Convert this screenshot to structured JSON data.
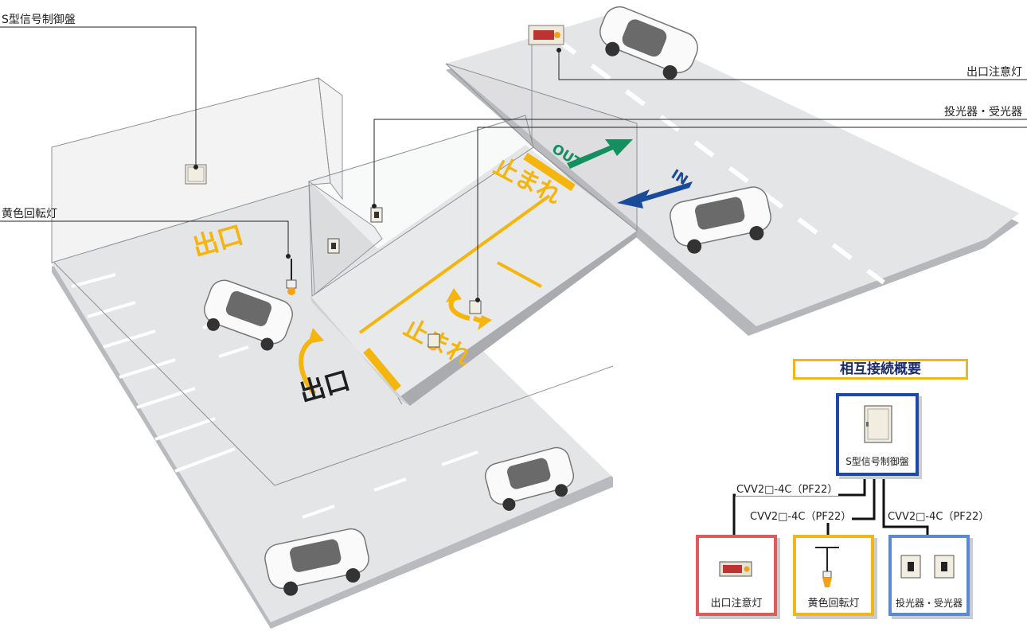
{
  "labels": {
    "control_panel": "S型信号制御盤",
    "rotating_light": "黄色回転灯",
    "exit_warning": "出口注意灯",
    "sensors": "投光器・受光器"
  },
  "road_marks": {
    "stop": "止まれ",
    "exit": "出口",
    "out": "OUT",
    "in": "IN"
  },
  "summary": {
    "title": "相互接続概要",
    "panel_label": "S型信号制御盤",
    "cable_1": "CVV2□-4C（PF22）",
    "cable_2": "CVV2□-4C（PF22）",
    "cable_3": "CVV2□-4C（PF22）",
    "device_exit": "出口注意灯",
    "device_light": "黄色回転灯",
    "device_sensor": "投光器・受光器"
  },
  "colors": {
    "road": "#e3e4e6",
    "road_dark": "#b8babd",
    "marking_yellow": "#f5b50f",
    "arrow_green": "#149060",
    "arrow_blue": "#1a4a9a",
    "red_frame": "#e05a5a",
    "yellow_frame": "#f2b51a",
    "blue_frame": "#1d4aa8",
    "light_blue_frame": "#5a8ad0"
  }
}
